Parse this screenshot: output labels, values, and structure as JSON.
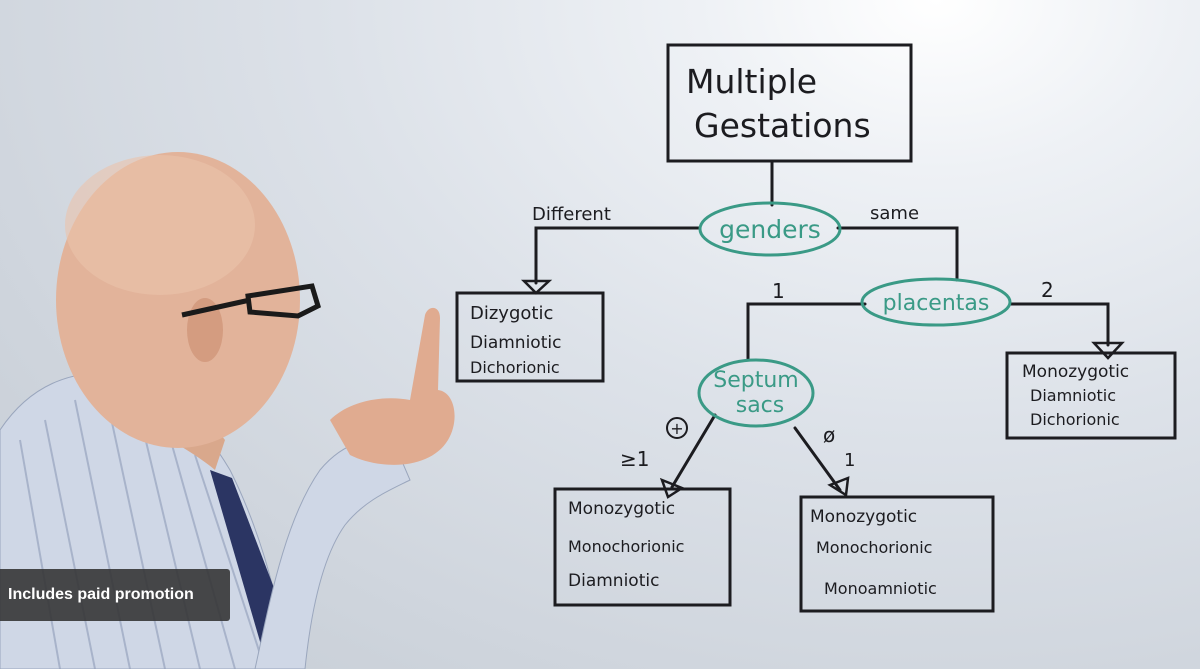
{
  "whiteboard": {
    "title_line1": "Multiple",
    "title_line2": "Gestations",
    "genders_node": "genders",
    "branch_different": "Different",
    "branch_same": "same",
    "placentas_node": "placentas",
    "placentas_one": "1",
    "placentas_two": "2",
    "septum_node_line1": "Septum",
    "septum_node_line2": "sacs",
    "septum_plus": "+",
    "septum_ge1": "≥1",
    "septum_zero": "ø",
    "septum_one": "1",
    "box_dizygotic": [
      "Dizygotic",
      "Diamniotic",
      "Dichorionic"
    ],
    "box_mono_dichorionic": [
      "Monozygotic",
      "Diamniotic",
      "Dichorionic"
    ],
    "box_mono_diamniotic": [
      "Monozygotic",
      "Monochorionic",
      "Diamniotic"
    ],
    "box_mono_monoamniotic": [
      "Monozygotic",
      "Monochorionic",
      "Monoamniotic"
    ]
  },
  "overlay": {
    "promo_label": "Includes paid promotion"
  },
  "colors": {
    "ink": "#1c1c20",
    "teal_marker": "#3a9a86",
    "board": "#dde2e9"
  }
}
